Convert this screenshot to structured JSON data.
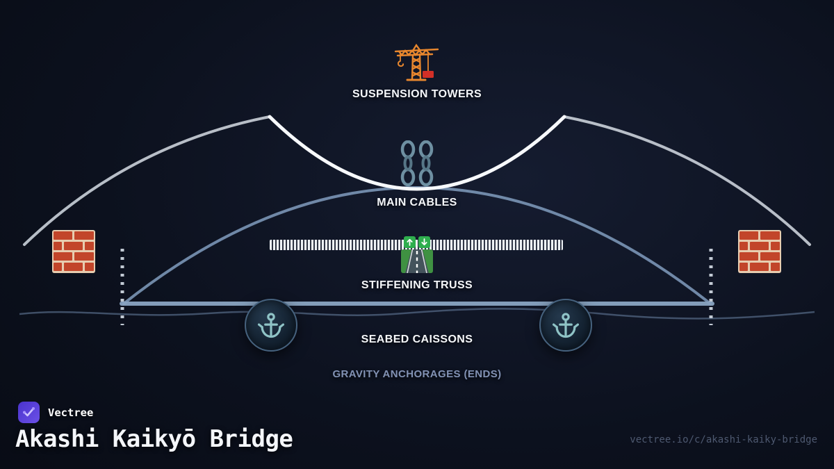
{
  "diagram": {
    "labels": {
      "towers": "SUSPENSION TOWERS",
      "cables": "MAIN CABLES",
      "truss": "STIFFENING TRUSS",
      "caissons": "SEABED CAISSONS",
      "anchorages": "GRAVITY ANCHORAGES (ENDS)"
    },
    "icons": {
      "towers": "crane-icon",
      "cables": "chains-icon",
      "truss": "motorway-road-icon",
      "caissons": "anchor-icon",
      "anchorages": "brick-wall-icon"
    }
  },
  "branding": {
    "brand_name": "Vectree",
    "title": "Akashi Kaikyō Bridge",
    "url": "vectree.io/c/akashi-kaiky-bridge"
  },
  "colors": {
    "background": "#0c111e",
    "accent_purple": "#5a40d8",
    "main_cable_white": "#f7f9fc",
    "side_cable_gray": "#c7cdd6",
    "deck_steel_blue": "#8aa4c2",
    "arch_blue": "#7d98ba",
    "anchor_teal": "#8fc3c6",
    "muted_label": "#8292b4",
    "url_muted": "#4e5970",
    "crane_orange": "#e8872e",
    "load_red": "#d22f27",
    "brick_red": "#c2452a",
    "sign_green": "#2fae4e"
  }
}
